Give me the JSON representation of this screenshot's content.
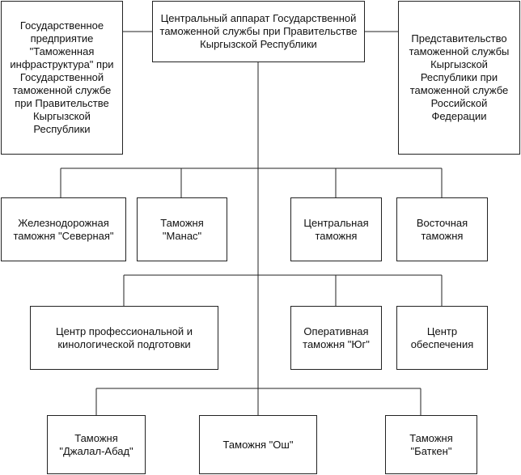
{
  "diagram": {
    "nodes": {
      "central": "Центральный аппарат Государственной\nтаможенной службы при Правительстве\nКыргызской Республики",
      "enterprise": "Государственное\nпредприятие\n\"Таможенная\nинфраструктура\" при\nГосударственной\nтаможенной службе\nпри Правительстве\nКыргызской\nРеспублики",
      "representation": "Представительство\nтаможенной службы\nКыргызской\nРеспублики при\nтаможенной службе\nРоссийской\nФедерации",
      "rail": "Железнодорожная\nтаможня \"Северная\"",
      "manas": "Таможня\n\"Манас\"",
      "central_customs": "Центральная\nтаможня",
      "east": "Восточная\nтаможня",
      "training": "Центр профессиональной и\nкинологической подготовки",
      "south": "Оперативная\nтаможня \"Юг\"",
      "support": "Центр\nобеспечения",
      "jalal": "Таможня\n\"Джалал-Абад\"",
      "osh": "Таможня \"Ош\"",
      "batken": "Таможня\n\"Баткен\""
    },
    "edges": [
      [
        "central",
        "enterprise"
      ],
      [
        "central",
        "representation"
      ],
      [
        "central",
        "rail"
      ],
      [
        "central",
        "manas"
      ],
      [
        "central",
        "central_customs"
      ],
      [
        "central",
        "east"
      ],
      [
        "central",
        "training"
      ],
      [
        "central",
        "south"
      ],
      [
        "central",
        "support"
      ],
      [
        "central",
        "jalal"
      ],
      [
        "central",
        "osh"
      ],
      [
        "central",
        "batken"
      ]
    ]
  }
}
